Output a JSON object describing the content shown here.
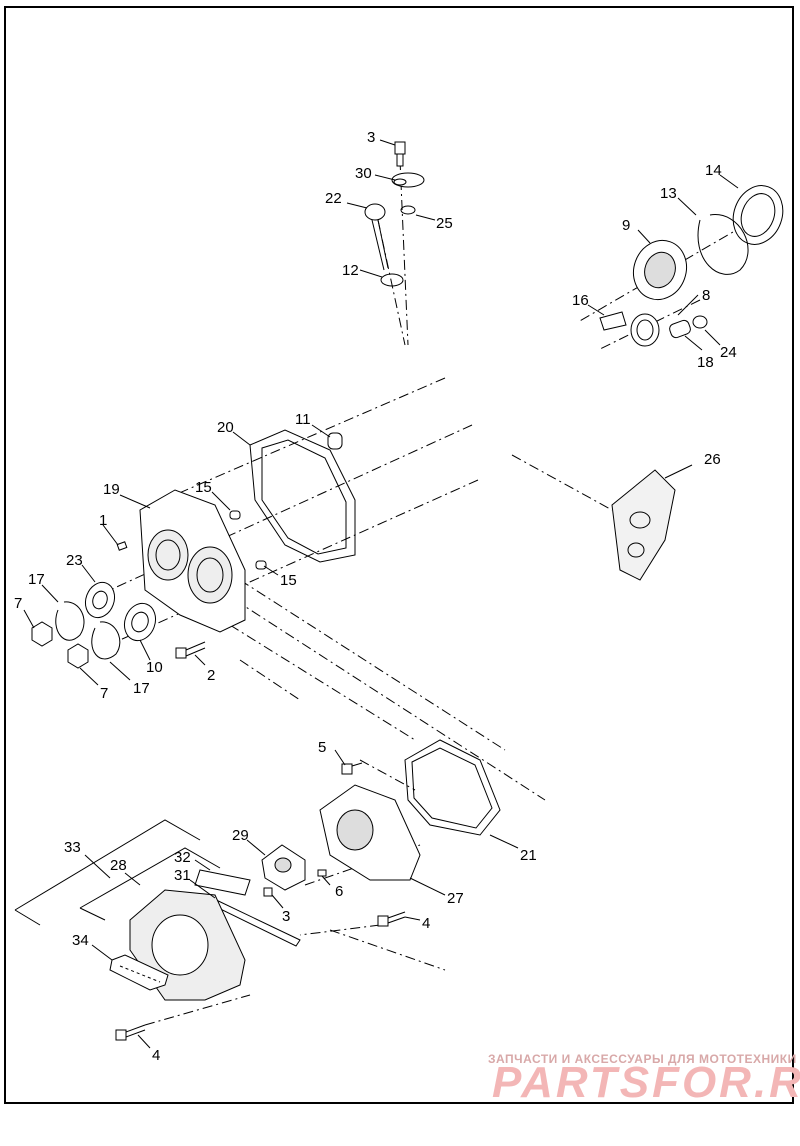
{
  "callouts": [
    "1",
    "2",
    "3",
    "3",
    "4",
    "4",
    "5",
    "6",
    "7",
    "7",
    "8",
    "9",
    "10",
    "11",
    "12",
    "13",
    "14",
    "15",
    "15",
    "16",
    "17",
    "17",
    "18",
    "19",
    "20",
    "21",
    "22",
    "23",
    "24",
    "25",
    "26",
    "27",
    "28",
    "29",
    "30",
    "31",
    "32",
    "33",
    "34"
  ],
  "watermark": {
    "tagline": "ЗАПЧАСТИ И АКСЕССУАРЫ ДЛЯ МОТОТЕХНИКИ",
    "brand": "PARTSFOR.RU"
  },
  "colors": {
    "line": "#000000",
    "watermark_text": "#d8a8a8",
    "watermark_brand": "#f3b6b6",
    "part_fill": "#cfcfcf",
    "background": "#ffffff"
  }
}
